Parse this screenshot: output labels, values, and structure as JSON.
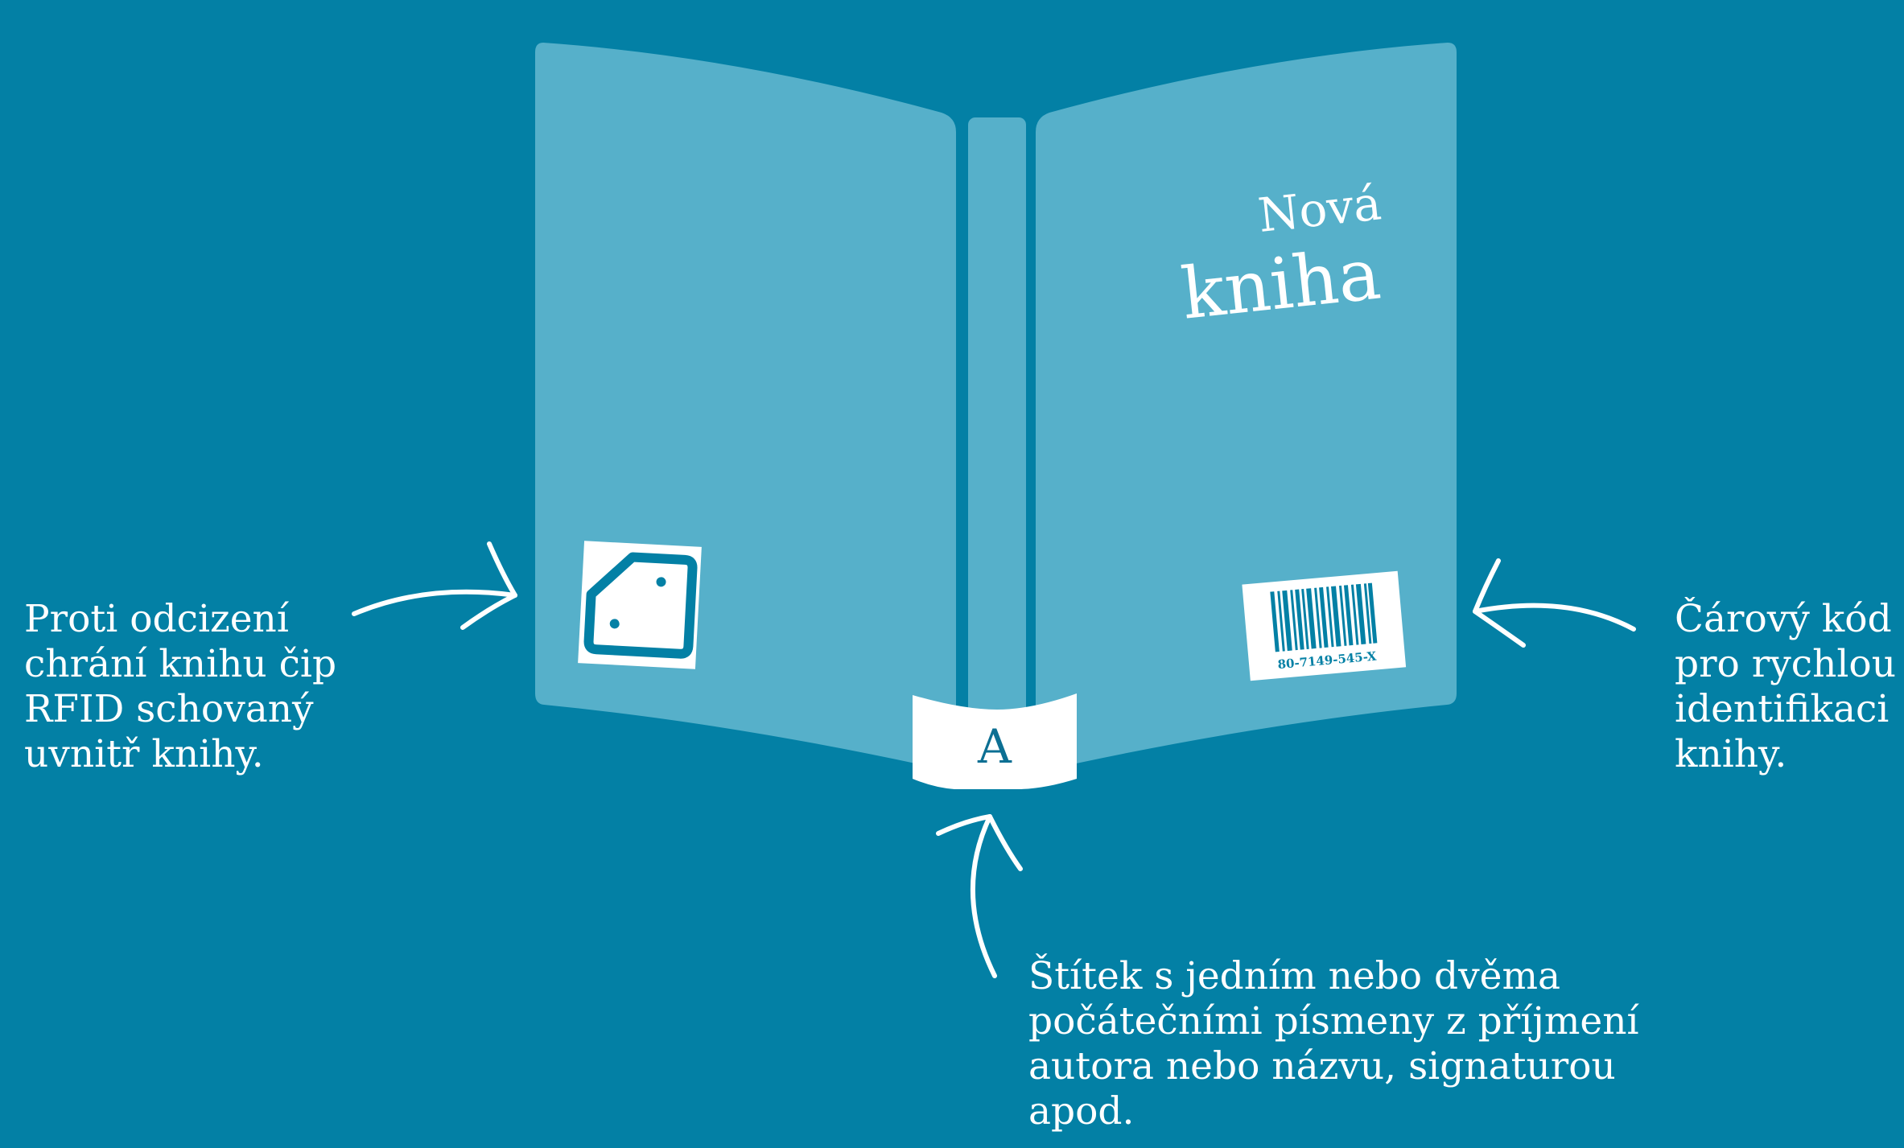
{
  "colors": {
    "background": "#0380a5",
    "book": "#56b0ca",
    "white": "#ffffff",
    "label_text": "#0c6f93"
  },
  "book": {
    "title_line1": "Nová",
    "title_line2": "kniha",
    "barcode_number": "80-7149-545-X",
    "spine_label_letter": "A",
    "rfid_chip_icon": "rfid-chip-icon",
    "barcode_icon": "barcode-icon"
  },
  "captions": {
    "rfid": "Proti odcizení\nchrání knihu čip\nRFID schovaný\nuvnitř knihy.",
    "barcode": "Čárový kód\npro rychlou\nidentifikaci\nknihy.",
    "label": "Štítek s jedním nebo dvěma\npočátečními písmeny z příjmení\nautora nebo názvu, signaturou\napod."
  }
}
